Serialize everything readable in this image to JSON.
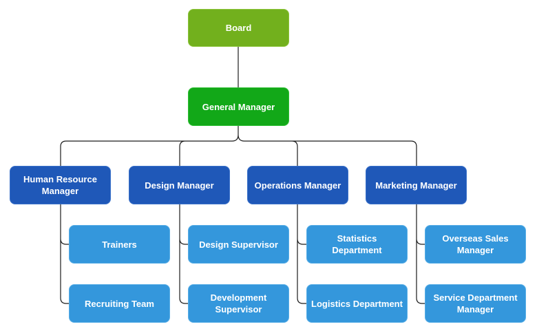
{
  "chart": {
    "root": {
      "label": "Board"
    },
    "general_manager": {
      "label": "General Manager"
    },
    "managers": [
      {
        "label": "Human Resource Manager",
        "children": [
          {
            "label": "Trainers"
          },
          {
            "label": "Recruiting Team"
          }
        ]
      },
      {
        "label": "Design Manager",
        "children": [
          {
            "label": "Design Supervisor"
          },
          {
            "label": "Development Supervisor"
          }
        ]
      },
      {
        "label": "Operations Manager",
        "children": [
          {
            "label": "Statistics Department"
          },
          {
            "label": "Logistics Department"
          }
        ]
      },
      {
        "label": "Marketing Manager",
        "children": [
          {
            "label": "Overseas Sales Manager"
          },
          {
            "label": "Service Department Manager"
          }
        ]
      }
    ]
  },
  "colors": {
    "root": "#72b01d",
    "general_manager": "#12a818",
    "manager": "#1f58b8",
    "staff": "#3497dc",
    "connector": "#1a1a1a"
  }
}
